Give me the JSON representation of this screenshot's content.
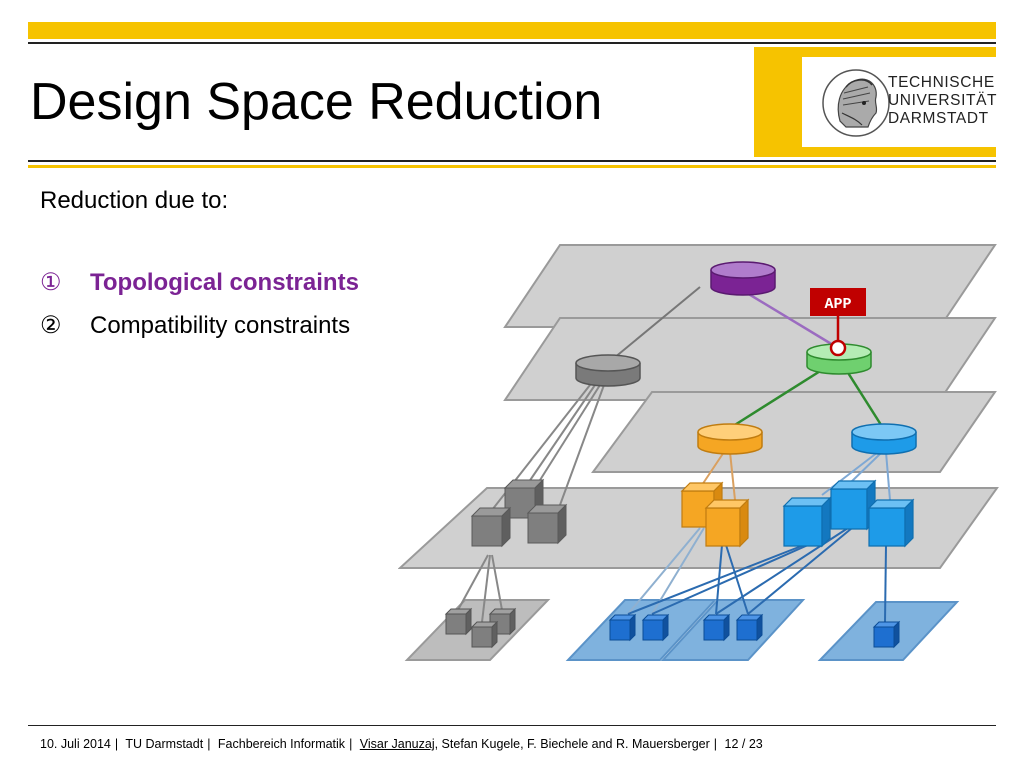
{
  "slide": {
    "title": "Design Space Reduction",
    "intro": "Reduction due to:",
    "items": [
      {
        "marker": "①",
        "text": "Topological constraints",
        "highlighted": true,
        "color": "#7b2394"
      },
      {
        "marker": "②",
        "text": "Compatibility constraints",
        "highlighted": false
      }
    ]
  },
  "logo": {
    "lines": [
      "TECHNISCHE",
      "UNIVERSITÄT",
      "DARMSTADT"
    ],
    "icon": "athena-head-icon"
  },
  "diagram": {
    "app_label": "APP"
  },
  "footer": {
    "date": "10. Juli 2014",
    "university": "TU Darmstadt",
    "department": "Fachbereich Informatik",
    "author_underlined": "Visar Januzaj",
    "authors_rest": ", Stefan Kugele, F. Biechele and R. Mauersberger",
    "page": "12 / 23"
  },
  "colors": {
    "accent_yellow": "#f6c300",
    "highlight_purple": "#7b2394",
    "app_red": "#c00000"
  }
}
